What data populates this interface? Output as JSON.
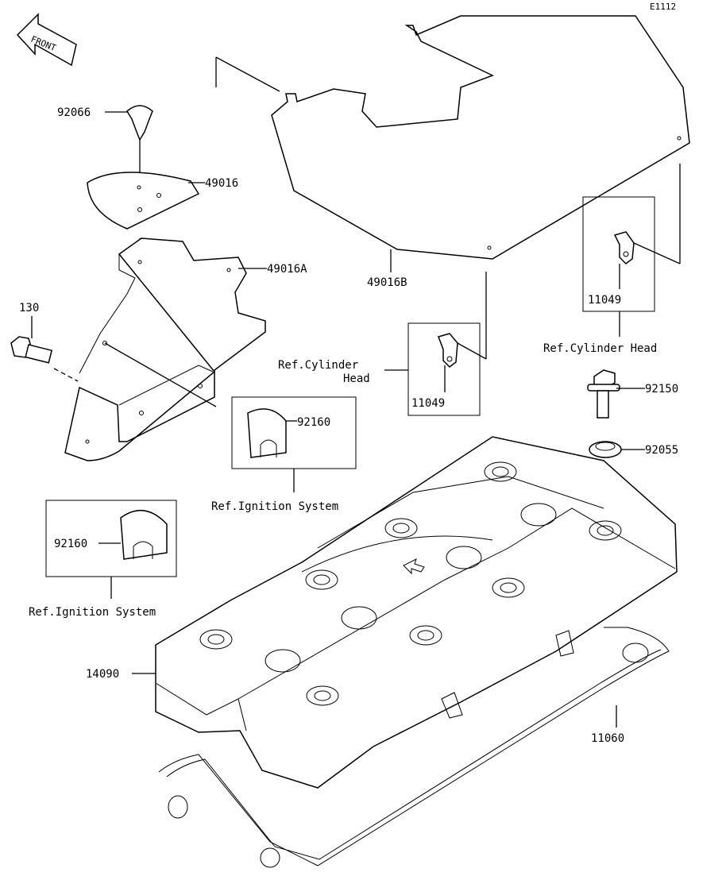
{
  "diagram_code": "E1112",
  "front_label": "FRONT",
  "parts": {
    "p92066": "92066",
    "p49016": "49016",
    "p49016A": "49016A",
    "p49016B": "49016B",
    "p130": "130",
    "p11049_left": "11049",
    "p11049_right": "11049",
    "p92150": "92150",
    "p92055": "92055",
    "p92160_center": "92160",
    "p92160_left": "92160",
    "p14090": "14090",
    "p11060": "11060"
  },
  "refs": {
    "cyl_head_left_line1": "Ref.Cylinder",
    "cyl_head_left_line2": "Head",
    "cyl_head_right": "Ref.Cylinder Head",
    "ignition_center": "Ref.Ignition System",
    "ignition_left": "Ref.Ignition System"
  }
}
